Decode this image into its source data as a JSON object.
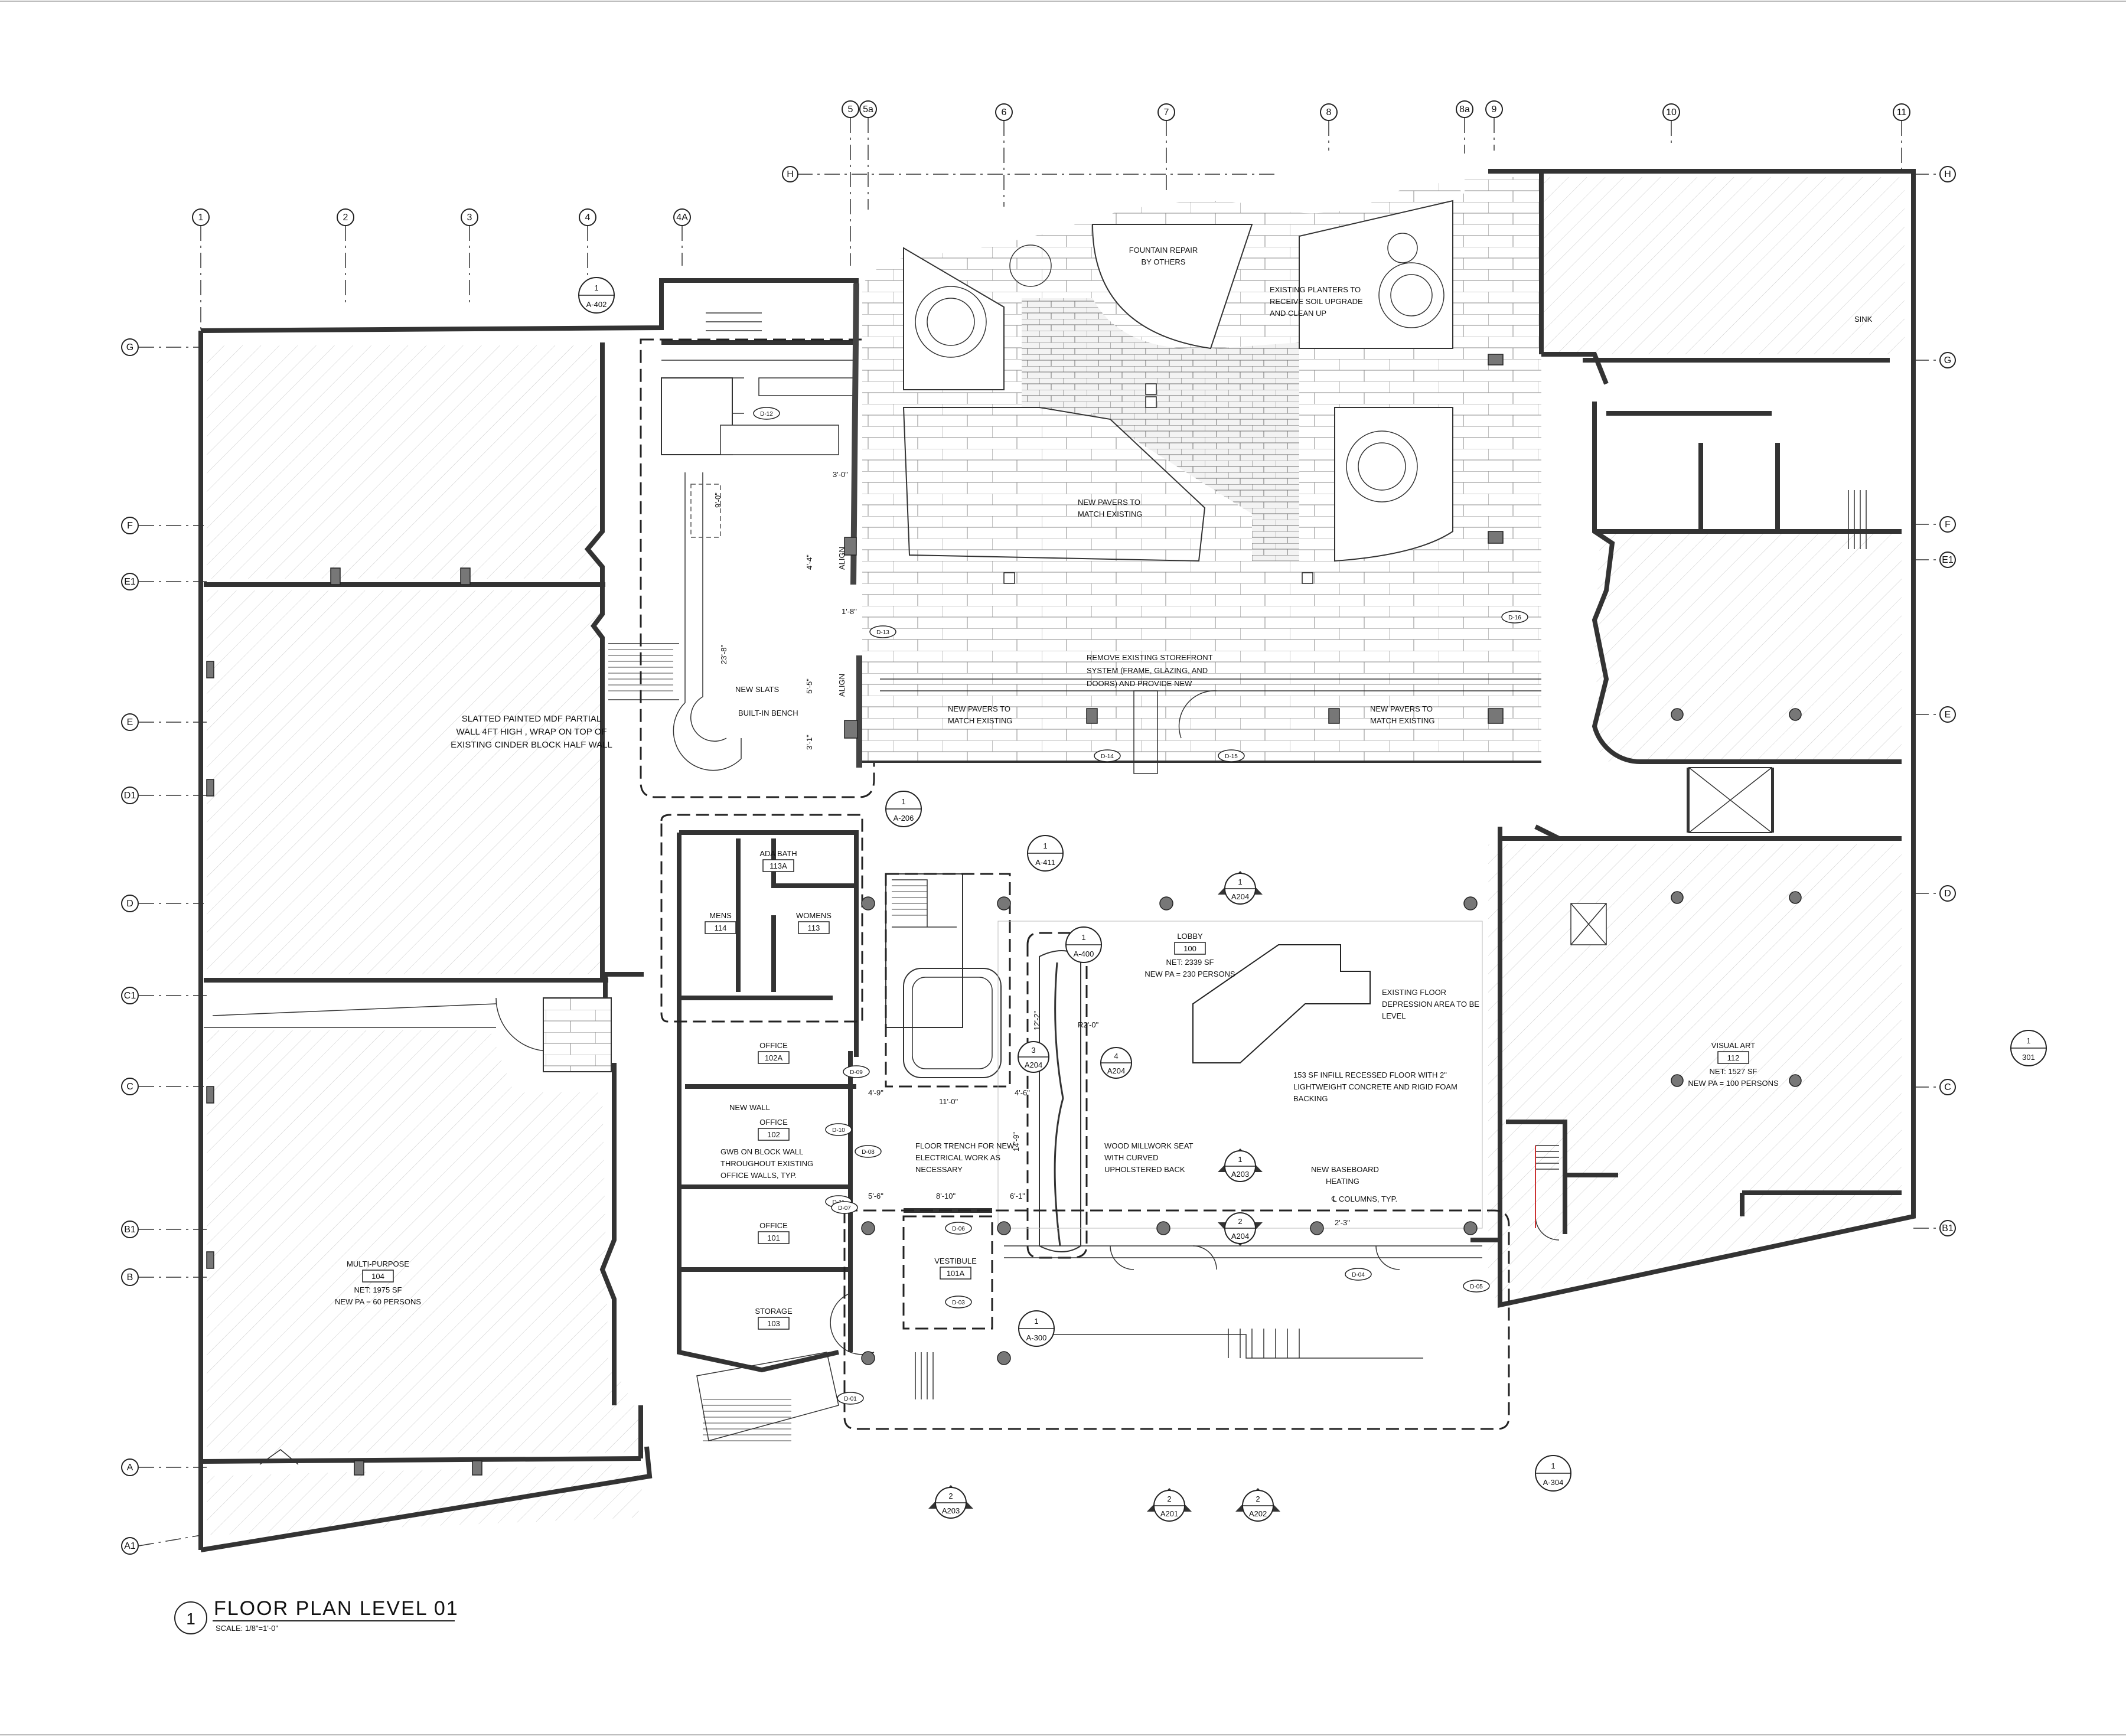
{
  "grid": {
    "columns": [
      "1",
      "2",
      "3",
      "4",
      "4A",
      "5",
      "5a",
      "6",
      "7",
      "8",
      "8a",
      "9",
      "10",
      "11"
    ],
    "rows": [
      "G",
      "F",
      "E1",
      "E",
      "D1",
      "D",
      "C1",
      "C",
      "B1",
      "B",
      "A",
      "A1"
    ],
    "rows_right": [
      "H",
      "G",
      "F",
      "E1",
      "E",
      "D",
      "C",
      "B1"
    ]
  },
  "title": {
    "number": "1",
    "name": "FLOOR PLAN LEVEL 01",
    "scale": "SCALE: 1/8\"=1'-0\""
  },
  "rooms": {
    "lobby": {
      "name": "LOBBY",
      "number": "100",
      "net": "NET: 2339 SF",
      "pa": "NEW PA = 230 PERSONS"
    },
    "multipurpose": {
      "name": "MULTI-PURPOSE",
      "number": "104",
      "net": "NET: 1975 SF",
      "pa": "NEW PA = 60 PERSONS"
    },
    "visual_art": {
      "name": "VISUAL ART",
      "number": "112",
      "net": "NET: 1527 SF",
      "pa": "NEW PA = 100 PERSONS"
    },
    "ada_bath": {
      "name": "ADA BATH",
      "number": "113A"
    },
    "mens": {
      "name": "MENS",
      "number": "114"
    },
    "womens": {
      "name": "WOMENS",
      "number": "113"
    },
    "office_102a": {
      "name": "OFFICE",
      "number": "102A"
    },
    "office_102": {
      "name": "OFFICE",
      "number": "102"
    },
    "office_101": {
      "name": "OFFICE",
      "number": "101"
    },
    "storage": {
      "name": "STORAGE",
      "number": "103"
    },
    "vestibule": {
      "name": "VESTIBULE",
      "number": "101A"
    }
  },
  "notes": {
    "slatted_1": "SLATTED PAINTED MDF PARTIAL",
    "slatted_2": "WALL 4FT HIGH , WRAP ON TOP OF",
    "slatted_3": "EXISTING CINDER BLOCK HALF WALL",
    "fountain_1": "FOUNTAIN REPAIR",
    "fountain_2": "BY OTHERS",
    "planters_1": "EXISTING PLANTERS TO",
    "planters_2": "RECEIVE SOIL UPGRADE",
    "planters_3": "AND CLEAN UP",
    "pavers_a1": "NEW PAVERS TO",
    "pavers_a2": "MATCH EXISTING",
    "storefront_1": "REMOVE EXISTING STOREFRONT",
    "storefront_2": "SYSTEM (FRAME, GLAZING, AND",
    "storefront_3": "DOORS) AND PROVIDE NEW",
    "new_slats": "NEW SLATS",
    "bench": "BUILT-IN BENCH",
    "floor_dep_1": "EXISTING FLOOR",
    "floor_dep_2": "DEPRESSION AREA TO BE",
    "floor_dep_3": "LEVEL",
    "infill_1": "153 SF INFILL RECESSED FLOOR WITH 2\"",
    "infill_2": "LIGHTWEIGHT CONCRETE AND RIGID FOAM",
    "infill_3": "BACKING",
    "trench_1": "FLOOR TRENCH FOR NEW",
    "trench_2": "ELECTRICAL WORK AS",
    "trench_3": "NECESSARY",
    "millwork_1": "WOOD MILLWORK SEAT",
    "millwork_2": "WITH CURVED",
    "millwork_3": "UPHOLSTERED BACK",
    "baseboard_1": "NEW BASEBOARD",
    "baseboard_2": "HEATING",
    "columns_typ": "℄ COLUMNS, TYP.",
    "new_wall": "NEW WALL",
    "gwb_1": "GWB ON BLOCK WALL",
    "gwb_2": "THROUGHOUT EXISTING",
    "gwb_3": "OFFICE WALLS, TYP.",
    "sink": "SINK",
    "align": "ALIGN"
  },
  "callouts": {
    "a402": {
      "num": "1",
      "sheet": "A-402"
    },
    "a206": {
      "num": "1",
      "sheet": "A-206"
    },
    "a411": {
      "num": "1",
      "sheet": "A-411"
    },
    "a400": {
      "num": "1",
      "sheet": "A-400"
    },
    "a300": {
      "num": "1",
      "sheet": "A-300"
    },
    "a304": {
      "num": "1",
      "sheet": "A-304"
    },
    "s301": {
      "num": "1",
      "sheet": "301"
    },
    "s204a": {
      "num": "1",
      "sheet": "A204"
    },
    "s203a": {
      "num": "1",
      "sheet": "A203"
    },
    "s204b": {
      "num": "2",
      "sheet": "A204"
    },
    "s204c": {
      "num": "3",
      "sheet": "A204"
    },
    "s204d": {
      "num": "4",
      "sheet": "A204"
    },
    "s203b": {
      "num": "2",
      "sheet": "A203"
    },
    "s201": {
      "num": "2",
      "sheet": "A201"
    },
    "s202": {
      "num": "2",
      "sheet": "A202"
    }
  },
  "doors": [
    "D-12",
    "D-13",
    "D-14",
    "D-15",
    "D-16",
    "D-09",
    "D-10",
    "D-08",
    "D-11",
    "D-07",
    "D-06",
    "D-03",
    "D-04",
    "D-05",
    "D-01"
  ],
  "dims": {
    "d1": "3'-0\"",
    "d2": "9'-0\"",
    "d3": "4'-4\"",
    "d4": "23'-8\"",
    "d5": "1'-8\"",
    "d6": "5'-5\"",
    "d7": "3'-1\"",
    "d8": "12'-2\"",
    "d9": "R2'-0\"",
    "d10": "11'-0\"",
    "d11": "4'-9\"",
    "d12": "4'-6\"",
    "d13": "14'-9\"",
    "d14": "8'-10\"",
    "d15": "6'-1\"",
    "d16": "5'-6\"",
    "d17": "2'-3\""
  }
}
